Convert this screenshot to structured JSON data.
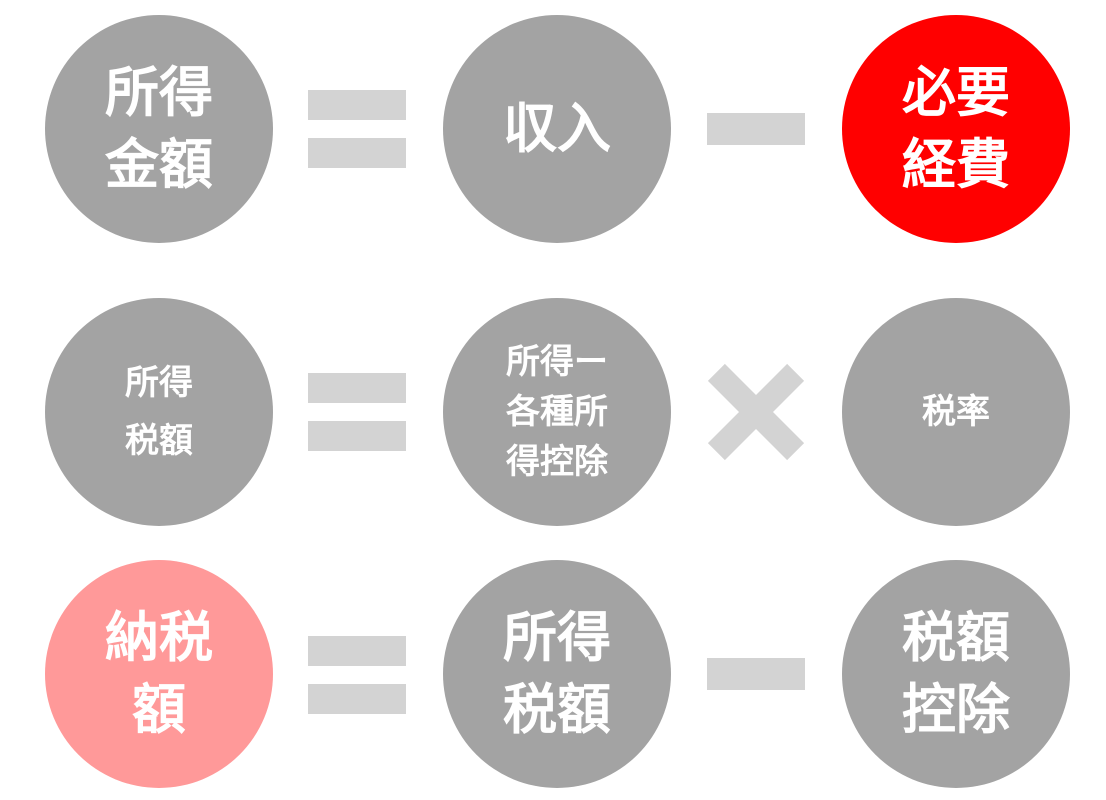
{
  "rows": [
    {
      "result": [
        "所得",
        "金額"
      ],
      "operand1": [
        "収入"
      ],
      "operator": "minus",
      "operand2": [
        "必要",
        "経費"
      ]
    },
    {
      "result": [
        "所得",
        "税額"
      ],
      "operand1": [
        "所得ー",
        "各種所",
        "得控除"
      ],
      "operator": "times",
      "operand2": [
        "税率"
      ]
    },
    {
      "result": [
        "納税",
        "額"
      ],
      "operand1": [
        "所得",
        "税額"
      ],
      "operator": "minus",
      "operand2": [
        "税額",
        "控除"
      ]
    }
  ],
  "colors": {
    "circle": "#a3a3a3",
    "highlight_red": "#ff0000",
    "highlight_pink": "#ff9999",
    "operator": "#d3d3d3",
    "text": "#ffffff"
  }
}
